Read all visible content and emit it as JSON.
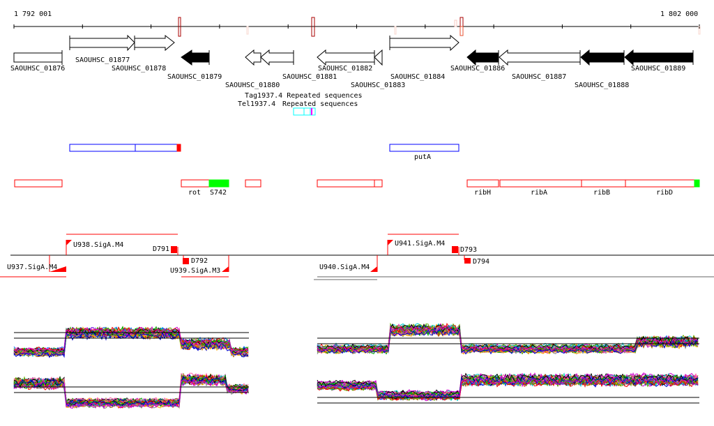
{
  "ruler": {
    "start_label": "1 792 001",
    "end_label": "1 802 000"
  },
  "genes": [
    {
      "id": "SAOUHSC_01876"
    },
    {
      "id": "SAOUHSC_01877"
    },
    {
      "id": "SAOUHSC_01878"
    },
    {
      "id": "SAOUHSC_01879"
    },
    {
      "id": "SAOUHSC_01880"
    },
    {
      "id": "SAOUHSC_01881"
    },
    {
      "id": "SAOUHSC_01882"
    },
    {
      "id": "SAOUHSC_01883"
    },
    {
      "id": "SAOUHSC_01884"
    },
    {
      "id": "SAOUHSC_01886"
    },
    {
      "id": "SAOUHSC_01887"
    },
    {
      "id": "SAOUHSC_01888"
    },
    {
      "id": "SAOUHSC_01889"
    }
  ],
  "repeats": {
    "labels": [
      "Tel1937.4",
      "Repeated sequences",
      "Tag1937.4 Repeated sequences"
    ]
  },
  "operons": {
    "putA": "putA"
  },
  "features": {
    "rot": "rot",
    "S742": "S742",
    "ribH": "ribH",
    "ribA": "ribA",
    "ribB": "ribB",
    "ribD": "ribD"
  },
  "transcripts": {
    "U937": "U937.SigA.M4",
    "U938": "U938.SigA.M4",
    "U939": "U939.SigA.M3",
    "U940": "U940.SigA.M4",
    "U941": "U941.SigA.M4",
    "D791": "D791",
    "D792": "D792",
    "D793": "D793",
    "D794": "D794"
  },
  "colors": {
    "red": "#ff0000",
    "blue": "#0000ff",
    "green": "#00ee00",
    "cyan": "#00ffff"
  }
}
